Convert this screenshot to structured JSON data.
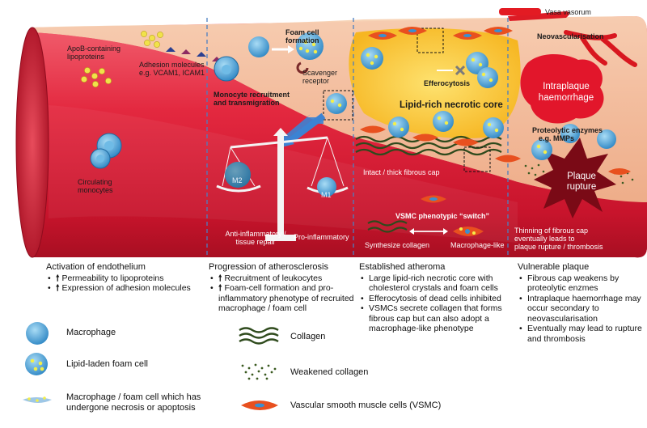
{
  "legend_top": {
    "vasa_vorum": "Vasa vasorum"
  },
  "vessel_labels": {
    "apob": [
      "ApoB-containing",
      "lipoproteins"
    ],
    "adhesion": [
      "Adhesion molecules",
      "e.g. VCAM1, ICAM1"
    ],
    "circulating": [
      "Circulating",
      "monocytes"
    ],
    "foam_formation": [
      "Foam cell",
      "formation"
    ],
    "scavenger": [
      "Scavenger",
      "receptor"
    ],
    "monocyte_recruit": [
      "Monocyte recruitment",
      "and transmigration"
    ],
    "m2": "M2",
    "m1": "M1",
    "anti_inflam": [
      "Anti-inflammatory /",
      "tissue repair"
    ],
    "pro_inflam": "Pro-inflammatory",
    "efferocytosis": "Efferocytosis",
    "necrotic_core": "Lipid-rich necrotic core",
    "fibrous_cap": "Intact / thick fibrous cap",
    "vsmc_switch": "VSMC phenotypic “switch”",
    "synth_collagen": "Synthesize collagen",
    "macro_like": "Macrophage-like",
    "neovasc": "Neovascularisation",
    "haemorrhage": [
      "Intraplaque",
      "haemorrhage"
    ],
    "proteolytic": [
      "Proteolytic enzymes",
      "e.g. MMPs"
    ],
    "rupture": [
      "Plaque",
      "rupture"
    ],
    "thinning": [
      "Thinning of fibrous cap",
      "eventually leads to",
      "plaque rupture / thrombosis"
    ]
  },
  "stages": [
    {
      "title": "Activation of endothelium",
      "items": [
        {
          "arrow": true,
          "text": "Permeability to lipoproteins"
        },
        {
          "arrow": true,
          "text": "Expression of adhesion molecules"
        }
      ]
    },
    {
      "title": "Progression of atherosclerosis",
      "items": [
        {
          "arrow": true,
          "text": "Recruitment of leukocytes"
        },
        {
          "arrow": true,
          "text": "Foam-cell formation and pro-inflammatory phenotype of recruited macrophage / foam cell"
        }
      ]
    },
    {
      "title": "Established atheroma",
      "items": [
        {
          "arrow": false,
          "text": "Large lipid-rich necrotic core with cholesterol crystals and foam cells"
        },
        {
          "arrow": false,
          "text": "Efferocytosis of dead cells inhibited"
        },
        {
          "arrow": false,
          "text": "VSMCs secrete collagen that forms fibrous cap but can also adopt a macrophage-like phenotype"
        }
      ]
    },
    {
      "title": "Vulnerable plaque",
      "items": [
        {
          "arrow": false,
          "text": "Fibrous cap weakens by proteolytic enzmes"
        },
        {
          "arrow": false,
          "text": "Intraplaque haemorrhage may occur secondary to neovascularisation"
        },
        {
          "arrow": false,
          "text": "Eventually may lead to rupture and thrombosis"
        }
      ]
    }
  ],
  "legend": {
    "macrophage": "Macrophage",
    "foam_cell": "Lipid-laden foam cell",
    "necrotic": [
      "Macrophage / foam cell which has",
      "undergone necrosis or apoptosis"
    ],
    "collagen": "Collagen",
    "weakened_collagen": "Weakened collagen",
    "vsmc": "Vascular smooth muscle cells (VSMC)"
  },
  "colors": {
    "vessel_red": "#d8233a",
    "intima": "#f6c9a4",
    "core_yellow": "#f8c71c",
    "macrophage_blue": "#4aa3d9",
    "foam_yellow": "#f3ee4a",
    "collagen_green": "#2e4a1c",
    "vsmc_orange": "#e8501f",
    "divider_blue": "#4a7fc1"
  }
}
